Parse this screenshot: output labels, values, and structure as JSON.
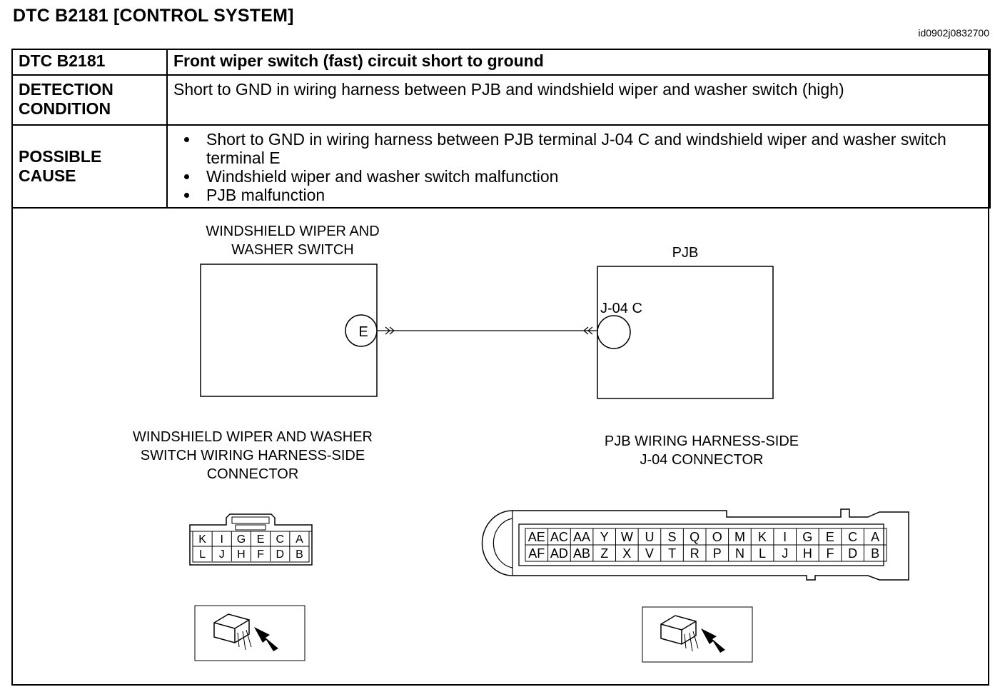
{
  "header": {
    "title": "DTC B2181 [CONTROL SYSTEM]",
    "doc_id": "id0902j0832700"
  },
  "table": {
    "dtc_label": "DTC B2181",
    "dtc_value": "Front wiper switch (fast) circuit short to ground",
    "detection_label_1": "DETECTION",
    "detection_label_2": "CONDITION",
    "detection_value": "Short to GND in wiring harness between PJB and windshield wiper and washer switch (high)",
    "cause_label_1": "POSSIBLE",
    "cause_label_2": "CAUSE",
    "causes": [
      "Short to GND in wiring harness between PJB terminal J-04 C and windshield wiper and washer switch terminal E",
      "Windshield wiper and washer switch malfunction",
      "PJB malfunction"
    ]
  },
  "diagram": {
    "switch_title_1": "WINDSHIELD WIPER AND",
    "switch_title_2": "WASHER SWITCH",
    "switch_terminal": "E",
    "pjb_title": "PJB",
    "pjb_terminal": "J-04 C",
    "switch_conn_title_1": "WINDSHIELD WIPER AND WASHER",
    "switch_conn_title_2": "SWITCH WIRING HARNESS-SIDE",
    "switch_conn_title_3": "CONNECTOR",
    "pjb_conn_title_1": "PJB WIRING HARNESS-SIDE",
    "pjb_conn_title_2": "J-04 CONNECTOR",
    "switch_pins_top": [
      "K",
      "I",
      "G",
      "E",
      "C",
      "A"
    ],
    "switch_pins_bottom": [
      "L",
      "J",
      "H",
      "F",
      "D",
      "B"
    ],
    "pjb_pins_top": [
      "AE",
      "AC",
      "AA",
      "Y",
      "W",
      "U",
      "S",
      "Q",
      "O",
      "M",
      "K",
      "I",
      "G",
      "E",
      "C",
      "A"
    ],
    "pjb_pins_bottom": [
      "AF",
      "AD",
      "AB",
      "Z",
      "X",
      "V",
      "T",
      "R",
      "P",
      "N",
      "L",
      "J",
      "H",
      "F",
      "D",
      "B"
    ]
  }
}
